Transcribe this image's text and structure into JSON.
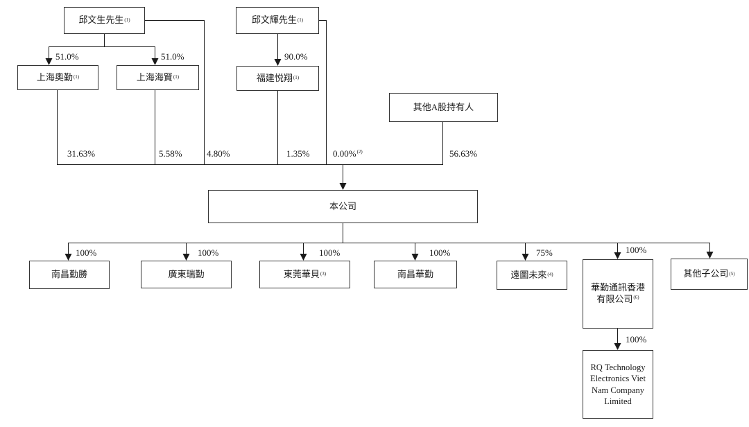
{
  "nodes": {
    "wensheng": {
      "name": "邱文生先生",
      "note": "(1)"
    },
    "wenhui": {
      "name": "邱文輝先生",
      "note": "(1)"
    },
    "ao": {
      "name": "上海奧勤",
      "note": "(1)"
    },
    "haixian": {
      "name": "上海海賢",
      "note": "(1)"
    },
    "fujian": {
      "name": "福建悦翔",
      "note": "(1)"
    },
    "other_a": {
      "name": "其他A股持有人"
    },
    "company": {
      "name": "本公司"
    },
    "nanchang_qs": {
      "name": "南昌勤勝"
    },
    "guangdong": {
      "name": "廣東瑞勤"
    },
    "dongguan": {
      "name": "東莞華貝",
      "note": "(3)"
    },
    "nanchang_hq": {
      "name": "南昌華勤"
    },
    "yuantu": {
      "name": "遠圖未來",
      "note": "(4)"
    },
    "hk": {
      "line1": "華勤通訊香港",
      "line2": "有限公司",
      "note": "(6)"
    },
    "other_sub": {
      "name": "其他子公司",
      "note": "(5)"
    },
    "rq": {
      "line1": "RQ Technology",
      "line2": "Electronics Viet",
      "line3": "Nam Company",
      "line4": "Limited"
    }
  },
  "percentages": {
    "wensheng_ao": "51.0%",
    "wensheng_haixian": "51.0%",
    "wenhui_fujian": "90.0%",
    "ao_company": "31.63%",
    "haixian_company": "5.58%",
    "wensheng_company": "4.80%",
    "fujian_company": "1.35%",
    "wenhui_company": "0.00%",
    "wenhui_company_note": "(2)",
    "other_a_company": "56.63%",
    "company_nanchang_qs": "100%",
    "company_guangdong": "100%",
    "company_dongguan": "100%",
    "company_nanchang_hq": "100%",
    "company_yuantu": "75%",
    "company_hk": "100%",
    "hk_rq": "100%"
  }
}
